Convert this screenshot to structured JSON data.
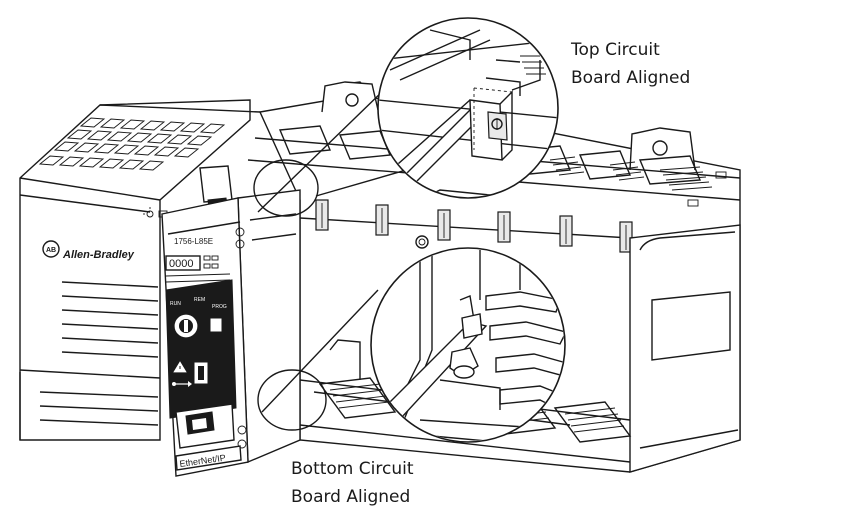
{
  "callouts": {
    "top": {
      "line1": "Top Circuit",
      "line2": "Board Aligned"
    },
    "bottom": {
      "line1": "Bottom Circuit",
      "line2": "Board Aligned"
    }
  },
  "module": {
    "brand": "Allen-Bradley",
    "brand_badge": "AB",
    "catalog_number": "1756-L85E",
    "display_text": "0000",
    "network_label": "EtherNet/IP",
    "key_positions": {
      "run": "RUN",
      "rem": "REM",
      "prog": "PROG"
    }
  },
  "icons": {
    "zoom_top": "magnified-circle",
    "zoom_bottom": "magnified-circle",
    "usb": "usb-icon",
    "warning": "warning-triangle-icon",
    "key_switch": "key-switch-icon"
  }
}
